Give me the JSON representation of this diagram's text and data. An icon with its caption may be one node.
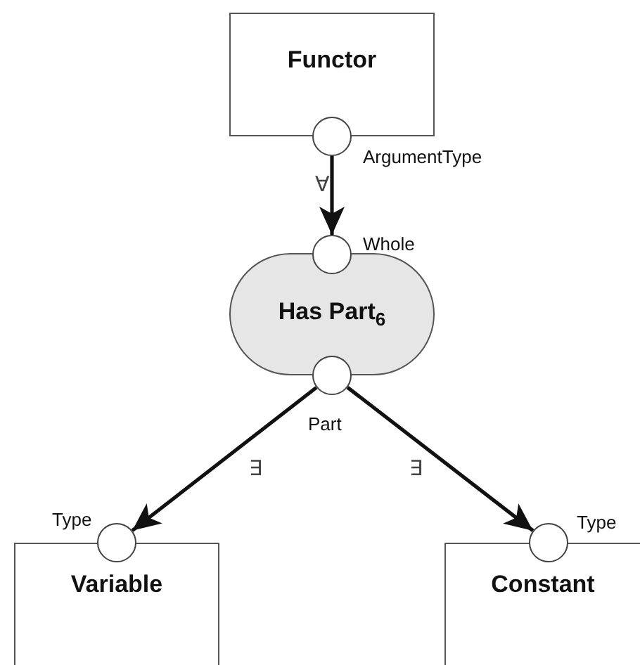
{
  "diagram": {
    "nodes": [
      {
        "text": [
          "Functor"
        ]
      },
      {
        "text": [],
        "shape": "circle",
        "beside": [
          "ArgumentType"
        ]
      },
      {
        "text": [
          "Has Part$_{6}$"
        ]
      },
      {
        "text": [],
        "shape": "circle",
        "beside": [
          "Whole"
        ]
      },
      {
        "text": [],
        "shape": "circle",
        "beside": [
          "Part"
        ]
      },
      {
        "text": [
          "Variable"
        ]
      },
      {
        "text": [],
        "shape": "circle",
        "beside": [
          "Type"
        ]
      },
      {
        "text": [
          "Constant"
        ]
      },
      {
        "text": [],
        "shape": "circle",
        "beside": [
          "Type"
        ]
      }
    ],
    "edges": [
      {
        "from": 1,
        "to": 3,
        "arrow": "to",
        "label": "∀"
      },
      {
        "from": 4,
        "to": 6,
        "arrow": "to",
        "label": "∃"
      },
      {
        "from": 4,
        "to": 8,
        "arrow": "to",
        "label": "∃"
      }
    ]
  }
}
